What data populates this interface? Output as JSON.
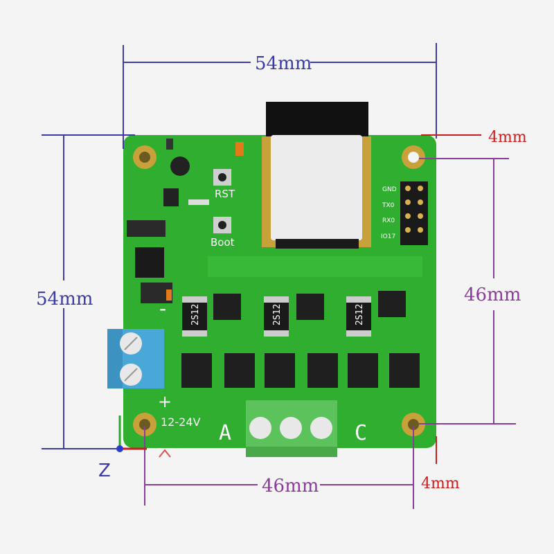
{
  "dimensions": {
    "top_width": "54mm",
    "left_height": "54mm",
    "right_hole_spacing": "46mm",
    "bottom_hole_spacing": "46mm",
    "top_edge_offset": "4mm",
    "bottom_edge_offset": "4mm"
  },
  "board_labels": {
    "rst": "RST",
    "boot": "Boot",
    "voltage": "12-24V",
    "plus": "+",
    "minus": "-",
    "phase_a": "A",
    "phase_c": "C",
    "gnd": "GND",
    "tx0": "TX0",
    "rx0": "RX0",
    "io17": "IO17",
    "r1": "2S12",
    "r2": "2S12",
    "r3": "2S12"
  },
  "axis_label": "Z",
  "colors": {
    "pcb": "#2fae2f",
    "blue_dim": "#3a3aa8",
    "purple_dim": "#8a3c9a",
    "red_dim": "#cc1c1c",
    "terminal_blue": "#4aa8d8",
    "terminal_green": "#5cc35c"
  }
}
